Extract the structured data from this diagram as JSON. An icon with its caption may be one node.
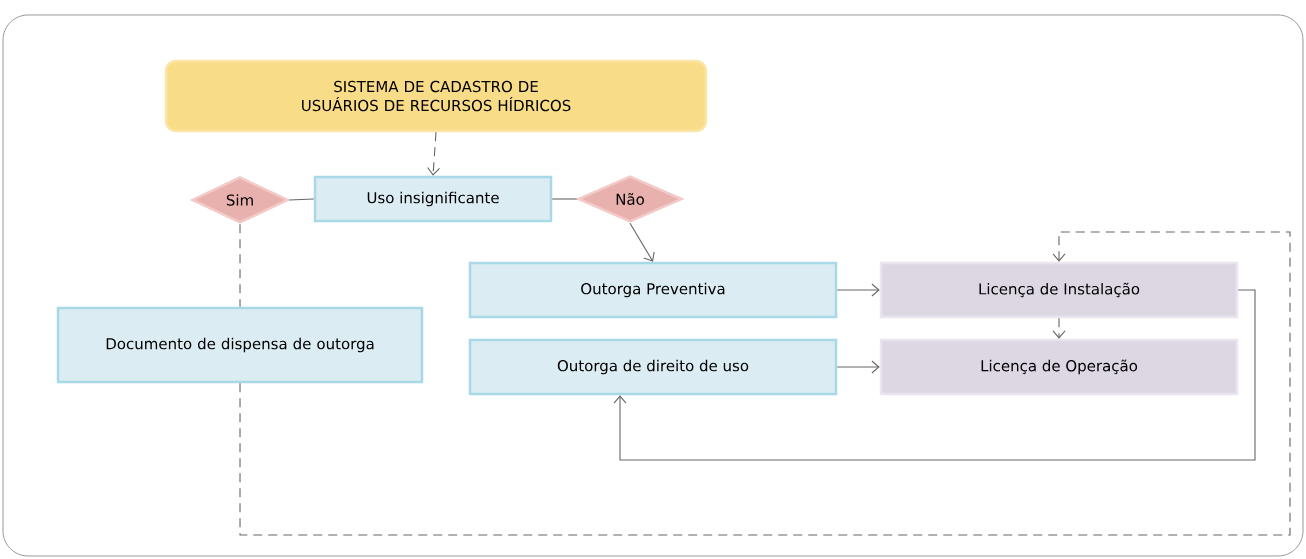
{
  "diagram": {
    "nodes": [
      {
        "text": [
          "SISTEMA DE CADASTRO DE USUÁRIOS DE RECURSOS HÍDRICOS"
        ]
      },
      {
        "text": [
          "Sim"
        ]
      },
      {
        "text": [
          "Uso insignificante"
        ]
      },
      {
        "text": [
          "Não"
        ]
      },
      {
        "text": [
          "Outorga Preventiva"
        ]
      },
      {
        "text": [
          "Licença de Instalação"
        ]
      },
      {
        "text": [
          "Documento de dispensa de outorga"
        ]
      },
      {
        "text": [
          "Outorga de direito de uso"
        ]
      },
      {
        "text": [
          "Licença de Operação"
        ]
      }
    ],
    "edges": [
      {
        "from": 0,
        "to": 2,
        "arrow": "to",
        "style": "dashed"
      },
      {
        "from": 2,
        "to": 1,
        "arrow": "none"
      },
      {
        "from": 2,
        "to": 3,
        "arrow": "none"
      },
      {
        "from": 3,
        "to": 4,
        "arrow": "to"
      },
      {
        "from": 4,
        "to": 5,
        "arrow": "to"
      },
      {
        "from": 5,
        "to": 8,
        "arrow": "to",
        "style": "dashed"
      },
      {
        "from": 7,
        "to": 8,
        "arrow": "to"
      },
      {
        "from": 5,
        "to": 7,
        "arrow": "to"
      },
      {
        "from": 1,
        "to": 6,
        "arrow": "none",
        "style": "dashed"
      },
      {
        "from": 6,
        "to": 5,
        "arrow": "to",
        "style": "dashed"
      }
    ]
  }
}
